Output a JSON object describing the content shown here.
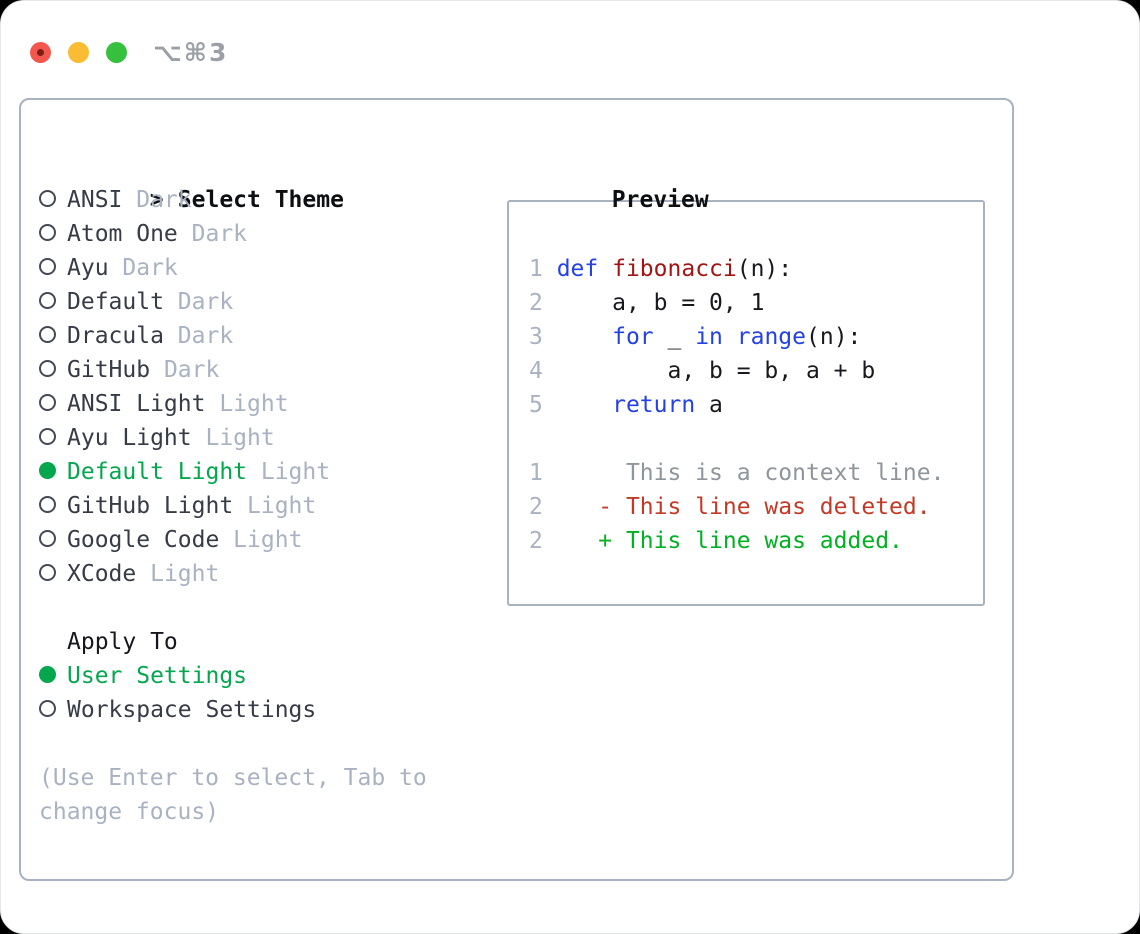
{
  "window": {
    "title": "⌥⌘3",
    "buttons": [
      "close-button",
      "minimize-button",
      "zoom-button"
    ]
  },
  "colors": {
    "selection_green": "#04a74e",
    "keyword_blue": "#2441e5",
    "function_red": "#a31515",
    "diff_added_green": "#00b121",
    "diff_deleted_red": "#c23a26",
    "muted_gray": "#a9b2c0",
    "border_gray": "#a9b2bf",
    "traffic_red": "#f4574e",
    "traffic_yellow": "#f9bc33",
    "traffic_green": "#35c13e"
  },
  "theme_picker": {
    "prompt": ">",
    "heading": "Select Theme",
    "themes": [
      {
        "name": "ANSI",
        "variant": "Dark",
        "selected": false
      },
      {
        "name": "Atom One",
        "variant": "Dark",
        "selected": false
      },
      {
        "name": "Ayu",
        "variant": "Dark",
        "selected": false
      },
      {
        "name": "Default",
        "variant": "Dark",
        "selected": false
      },
      {
        "name": "Dracula",
        "variant": "Dark",
        "selected": false
      },
      {
        "name": "GitHub",
        "variant": "Dark",
        "selected": false
      },
      {
        "name": "ANSI Light",
        "variant": "Light",
        "selected": false
      },
      {
        "name": "Ayu Light",
        "variant": "Light",
        "selected": false
      },
      {
        "name": "Default Light",
        "variant": "Light",
        "selected": true
      },
      {
        "name": "GitHub Light",
        "variant": "Light",
        "selected": false
      },
      {
        "name": "Google Code",
        "variant": "Light",
        "selected": false
      },
      {
        "name": "XCode",
        "variant": "Light",
        "selected": false
      }
    ],
    "apply_to": {
      "heading": "Apply To",
      "options": [
        {
          "label": "User Settings",
          "selected": true
        },
        {
          "label": "Workspace Settings",
          "selected": false
        }
      ]
    },
    "help": "(Use Enter to select, Tab to change focus)"
  },
  "preview": {
    "heading": "Preview",
    "code_lines": [
      {
        "num": "1",
        "tokens": [
          {
            "t": "def",
            "c": "kw"
          },
          {
            "t": " ",
            "c": "pl"
          },
          {
            "t": "fibonacci",
            "c": "fn"
          },
          {
            "t": "(n):",
            "c": "pl"
          }
        ]
      },
      {
        "num": "2",
        "tokens": [
          {
            "t": "    a, b = 0, 1",
            "c": "pl"
          }
        ]
      },
      {
        "num": "3",
        "tokens": [
          {
            "t": "    ",
            "c": "pl"
          },
          {
            "t": "for",
            "c": "kw"
          },
          {
            "t": " _ ",
            "c": "pl"
          },
          {
            "t": "in",
            "c": "kw"
          },
          {
            "t": " ",
            "c": "pl"
          },
          {
            "t": "range",
            "c": "kw"
          },
          {
            "t": "(n):",
            "c": "pl"
          }
        ]
      },
      {
        "num": "4",
        "tokens": [
          {
            "t": "        a, b = b, a + b",
            "c": "pl"
          }
        ]
      },
      {
        "num": "5",
        "tokens": [
          {
            "t": "    ",
            "c": "pl"
          },
          {
            "t": "return",
            "c": "kw"
          },
          {
            "t": " a",
            "c": "pl"
          }
        ]
      }
    ],
    "diff_lines": [
      {
        "num": "1",
        "kind": "context",
        "text": "  This is a context line."
      },
      {
        "num": "2",
        "kind": "deleted",
        "text": "- This line was deleted."
      },
      {
        "num": "2",
        "kind": "added",
        "text": "+ This line was added."
      }
    ]
  }
}
